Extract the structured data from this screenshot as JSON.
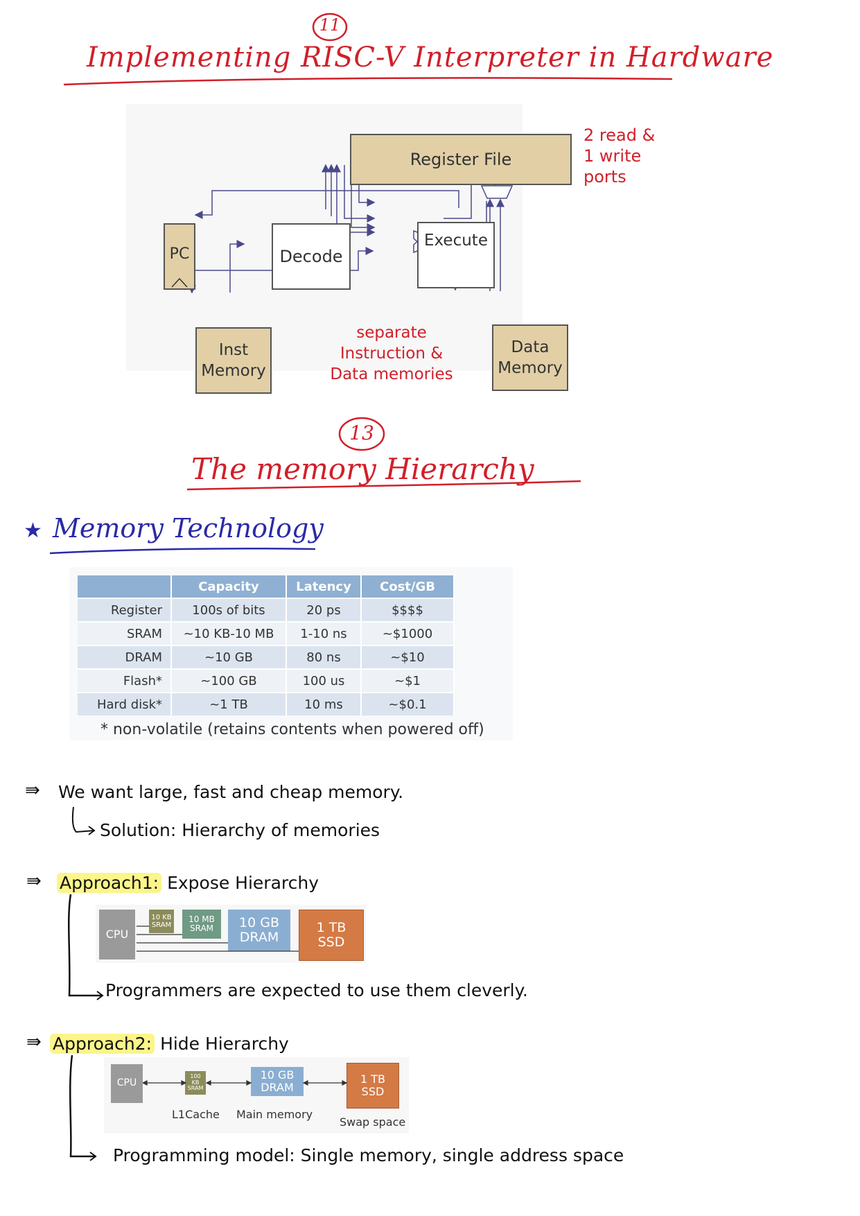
{
  "section11": {
    "number": "11",
    "title": "Implementing RISC-V Interpreter in Hardware"
  },
  "diagram1": {
    "register_file": "Register File",
    "port_note": [
      "2 read &",
      "1 write",
      "ports"
    ],
    "pc": "PC",
    "decode": "Decode",
    "execute": "Execute",
    "inst_memory": [
      "Inst",
      "Memory"
    ],
    "data_memory": [
      "Data",
      "Memory"
    ],
    "separate_note": [
      "separate",
      "Instruction &",
      "Data memories"
    ]
  },
  "section13": {
    "number": "13",
    "title": "The memory Hierarchy"
  },
  "memory_technology": {
    "heading": "Memory Technology",
    "table": {
      "columns": [
        "",
        "Capacity",
        "Latency",
        "Cost/GB"
      ],
      "rows": [
        [
          "Register",
          "100s of bits",
          "20 ps",
          "$$$$"
        ],
        [
          "SRAM",
          "~10 KB-10 MB",
          "1-10 ns",
          "~$1000"
        ],
        [
          "DRAM",
          "~10 GB",
          "80 ns",
          "~$10"
        ],
        [
          "Flash*",
          "~100 GB",
          "100 us",
          "~$1"
        ],
        [
          "Hard disk*",
          "~1 TB",
          "10 ms",
          "~$0.1"
        ]
      ]
    },
    "footnote": "* non-volatile (retains contents when powered off)"
  },
  "notes": {
    "want": "We want large, fast and cheap memory.",
    "solution": "Solution: Hierarchy of memories",
    "approach1_label": "Approach1:",
    "approach1_text": "Expose Hierarchy",
    "approach1_note": "Programmers are expected to use them cleverly.",
    "approach2_label": "Approach2:",
    "approach2_text": "Hide Hierarchy",
    "approach2_note": "Programming model: Single memory, single address space"
  },
  "approach1_fig": {
    "cpu": "CPU",
    "sram_small": [
      "10 KB",
      "SRAM"
    ],
    "sram_large": [
      "10 MB",
      "SRAM"
    ],
    "dram": [
      "10 GB",
      "DRAM"
    ],
    "ssd": [
      "1 TB",
      "SSD"
    ]
  },
  "approach2_fig": {
    "cpu": "CPU",
    "sram": [
      "100",
      "KB",
      "SRAM"
    ],
    "dram": [
      "10 GB",
      "DRAM"
    ],
    "ssd": [
      "1 TB",
      "SSD"
    ],
    "l1_label": "L1Cache",
    "main_label": "Main memory",
    "swap_label": "Swap space"
  },
  "colors": {
    "handwriting_red": "#d0202a",
    "handwriting_blue": "#2a2aa8",
    "highlight": "#fbf58a",
    "register_file_fill": "#e2cfa6",
    "table_header": "#8fb0d2",
    "cpu_gray": "#9a9a9a",
    "sram_olive": "#8c8c5a",
    "sram_green": "#6f9a84",
    "dram_blue": "#8aaed1",
    "ssd_orange": "#d47a45"
  }
}
